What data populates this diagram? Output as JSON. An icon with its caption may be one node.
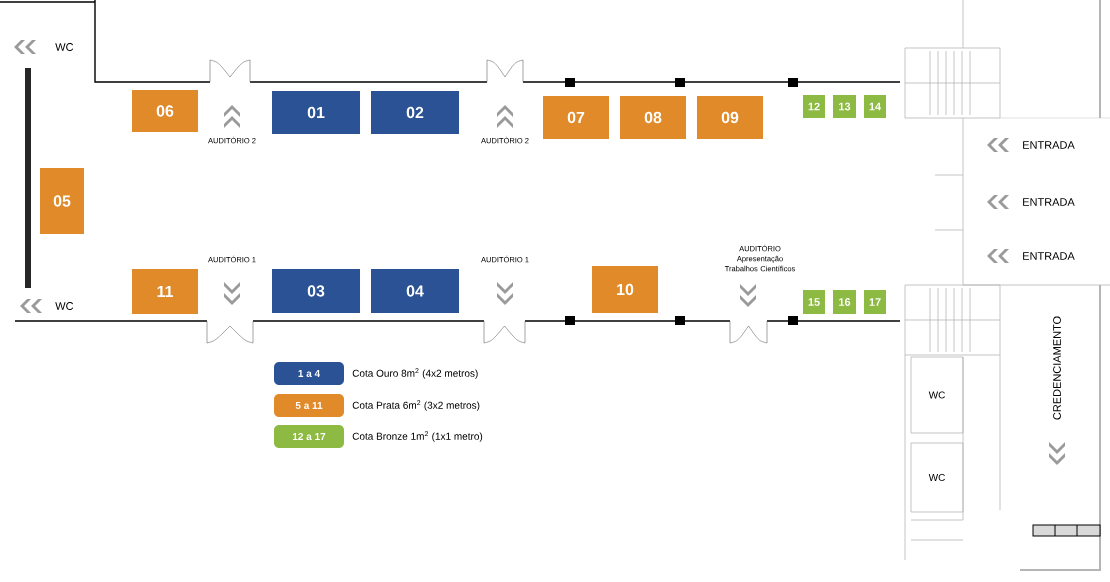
{
  "diagram": {
    "nodes": [
      {
        "text": [
          "06"
        ]
      },
      {
        "text": [
          "01"
        ]
      },
      {
        "text": [
          "02"
        ]
      },
      {
        "text": [
          "07"
        ]
      },
      {
        "text": [
          "08"
        ]
      },
      {
        "text": [
          "09"
        ]
      },
      {
        "text": [
          "12"
        ]
      },
      {
        "text": [
          "13"
        ]
      },
      {
        "text": [
          "14"
        ]
      },
      {
        "text": [
          "05"
        ]
      },
      {
        "text": [
          "11"
        ]
      },
      {
        "text": [
          "03"
        ]
      },
      {
        "text": [
          "04"
        ]
      },
      {
        "text": [
          "10"
        ]
      },
      {
        "text": [
          "15"
        ]
      },
      {
        "text": [
          "16"
        ]
      },
      {
        "text": [
          "17"
        ]
      },
      {
        "text": [
          "WC"
        ]
      },
      {
        "text": [
          "WC"
        ]
      }
    ],
    "labels": [
      "WC",
      "AUDITÓRIO 2",
      "AUDITÓRIO 2",
      "ENTRADA",
      "ENTRADA",
      "AUDITÓRIO 1",
      "AUDITÓRIO 1",
      "AUDITÓRIO Apresentação Trabalhos Científicos",
      "ENTRADA",
      "WC",
      "CREDENCIAMENTO",
      "1 a 4",
      "5 a 11",
      "12 a 17"
    ],
    "legend": [
      {
        "text": "Cota Ouro 8m$^{2}$ (4x2 metros)",
        "color": "#2a5294"
      },
      {
        "text": "Cota Prata 6m$^{2}$ (3x2 metros)",
        "color": "#e08a2a"
      },
      {
        "text": "Cota Bronze 1m$^{2}$ (1x1 metro)",
        "color": "#8dba42"
      }
    ]
  }
}
